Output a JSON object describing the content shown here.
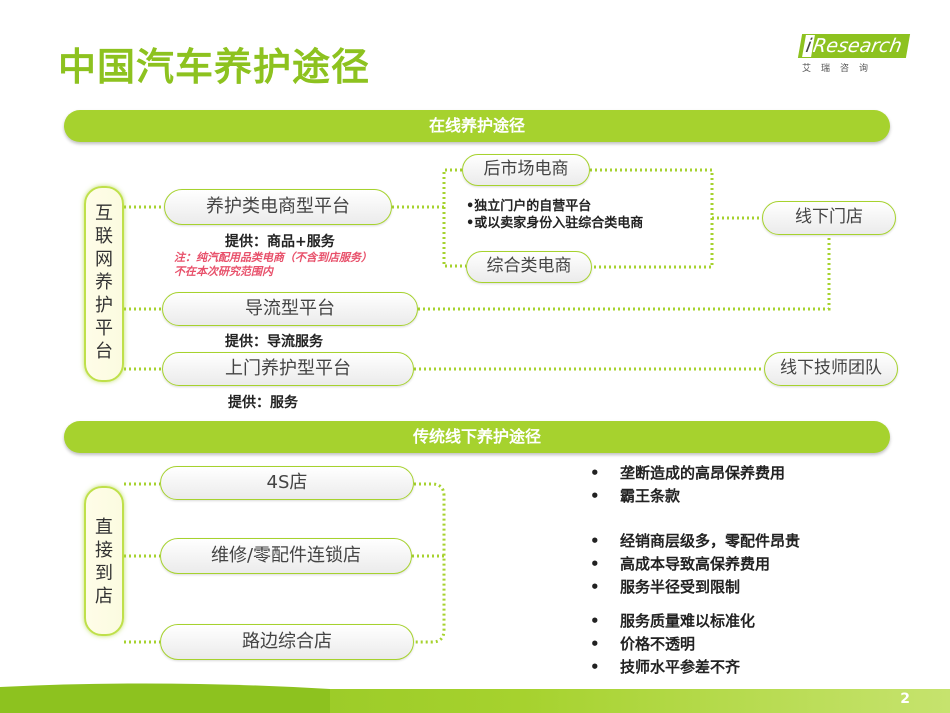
{
  "title": "中国汽车养护途径",
  "logo": {
    "brand_i": "i",
    "brand_rest": "Research",
    "sub": "艾瑞咨询"
  },
  "online": {
    "banner": "在线养护途径",
    "side_label": [
      "互",
      "联",
      "网",
      "养",
      "护",
      "平",
      "台"
    ],
    "platforms": {
      "ecommerce": "养护类电商型平台",
      "traffic": "导流型平台",
      "onsite": "上门养护型平台"
    },
    "provides": {
      "ecommerce": "提供：商品+服务",
      "traffic": "提供：导流服务",
      "onsite": "提供：服务"
    },
    "note": [
      "注：纯汽配用品类电商（不含到店服务）",
      "不在本次研究范围内"
    ],
    "sub_types": {
      "aftermarket": "后市场电商",
      "comprehensive": "综合类电商"
    },
    "sub_bullets": [
      "•独立门户的自营平台",
      "•或以卖家身份入驻综合类电商"
    ],
    "offline": {
      "store": "线下门店",
      "technician": "线下技师团队"
    }
  },
  "traditional": {
    "banner": "传统线下养护途径",
    "side_label": [
      "直",
      "接",
      "到",
      "店"
    ],
    "channels": {
      "s4": "4S店",
      "chain": "维修/零配件连锁店",
      "roadside": "路边综合店"
    },
    "issues": {
      "s4": [
        "垄断造成的高昂保养费用",
        "霸王条款"
      ],
      "chain": [
        "经销商层级多，零配件昂贵",
        "高成本导致高保养费用",
        "服务半径受到限制"
      ],
      "roadside": [
        "服务质量难以标准化",
        "价格不透明",
        "技师水平参差不齐"
      ]
    },
    "bullet_glyph": "•"
  },
  "page_number": "2",
  "colors": {
    "accent": "#8dc21f",
    "banner": "#a6d22e",
    "note_red": "#e8516b"
  }
}
